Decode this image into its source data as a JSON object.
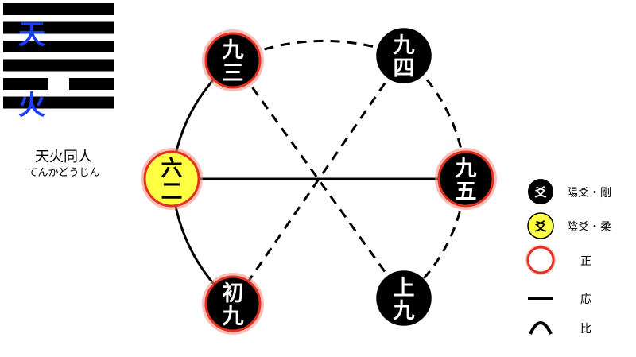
{
  "hexagram": {
    "upper_trigram": "天",
    "lower_trigram": "火",
    "name": "天火同人",
    "reading": "てんかどうじん",
    "lines_top_to_bottom": [
      "yang",
      "yang",
      "yang",
      "yang",
      "yin",
      "yang"
    ]
  },
  "colors": {
    "yang_fill": "#000000",
    "yin_fill": "#ffff44",
    "correct_ring": "#e53020",
    "trigram_text": "#1a3cff",
    "line": "#000000"
  },
  "nodes": [
    {
      "id": "nine-three",
      "top": "九",
      "bottom": "三",
      "kind": "yang",
      "correct": true
    },
    {
      "id": "nine-four",
      "top": "九",
      "bottom": "四",
      "kind": "yang",
      "correct": false
    },
    {
      "id": "six-two",
      "top": "六",
      "bottom": "二",
      "kind": "yin",
      "correct": true
    },
    {
      "id": "nine-five",
      "top": "九",
      "bottom": "五",
      "kind": "yang",
      "correct": true
    },
    {
      "id": "first-nine",
      "top": "初",
      "bottom": "九",
      "kind": "yang",
      "correct": true
    },
    {
      "id": "top-nine",
      "top": "上",
      "bottom": "九",
      "kind": "yang",
      "correct": false
    }
  ],
  "links": [
    {
      "from": "nine-three",
      "to": "nine-four",
      "style": "dashed",
      "shape": "arc"
    },
    {
      "from": "nine-four",
      "to": "nine-five",
      "style": "dashed",
      "shape": "arc"
    },
    {
      "from": "nine-five",
      "to": "top-nine",
      "style": "dashed",
      "shape": "arc"
    },
    {
      "from": "nine-three",
      "to": "six-two",
      "style": "solid",
      "shape": "arc"
    },
    {
      "from": "six-two",
      "to": "first-nine",
      "style": "solid",
      "shape": "arc"
    },
    {
      "from": "six-two",
      "to": "nine-five",
      "style": "solid",
      "shape": "straight"
    },
    {
      "from": "nine-three",
      "to": "top-nine",
      "style": "dashed",
      "shape": "straight"
    },
    {
      "from": "nine-four",
      "to": "first-nine",
      "style": "dashed",
      "shape": "straight"
    }
  ],
  "legend": {
    "yang_symbol": "爻",
    "yang_label": "陽爻・剛",
    "yin_symbol": "爻",
    "yin_label": "陰爻・柔",
    "correct_label": "正",
    "response_label": "応",
    "adjacent_label": "比"
  }
}
